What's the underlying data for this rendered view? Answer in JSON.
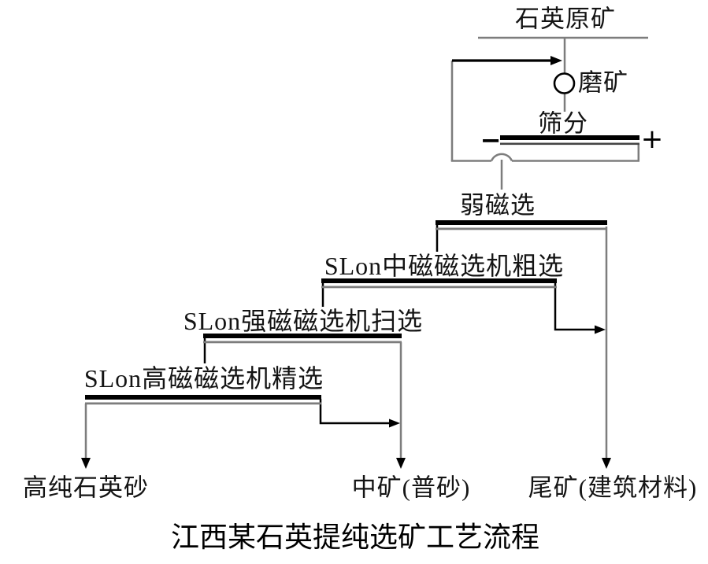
{
  "diagram": {
    "feed": "石英原矿",
    "grinding": "磨矿",
    "screening": "筛分",
    "screen_undersize_sign": "−",
    "screen_oversize_sign": "+",
    "stages": {
      "weak": "弱磁选",
      "medium": "SLon中磁磁选机粗选",
      "strong": "SLon强磁磁选机扫选",
      "high": "SLon高磁磁选机精选"
    },
    "products": {
      "concentrate": "高纯石英砂",
      "middlings": "中矿(普砂)",
      "tailings": "尾矿(建筑材料)"
    },
    "caption": "江西某石英提纯选矿工艺流程"
  },
  "colors": {
    "line_gray": "#7d7d7d",
    "ink": "#000000",
    "text": "#141414"
  }
}
